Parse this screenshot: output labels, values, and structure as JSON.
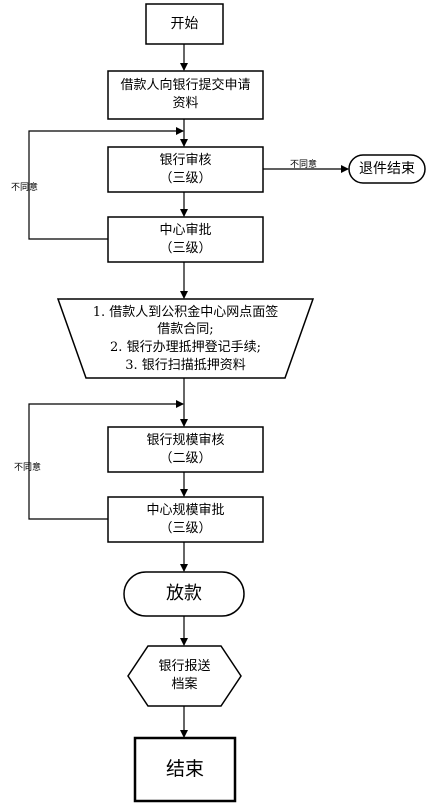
{
  "nodes": {
    "start": "开始",
    "apply": [
      "借款人向银行提交申请",
      "资料"
    ],
    "bank_review": [
      "银行审核",
      "（三级）"
    ],
    "center_approve": [
      "中心审批",
      "（三级）"
    ],
    "procedures": [
      "1. 借款人到公积金中心网点面签",
      "借款合同;",
      "2. 银行办理抵押登记手续;",
      "3. 银行扫描抵押资料"
    ],
    "bank_scale_review": [
      "银行规模审核",
      "（二级）"
    ],
    "center_scale_approve": [
      "中心规模审批",
      "（三级）"
    ],
    "disburse": "放款",
    "archive": [
      "银行报送",
      "档案"
    ],
    "exit_end": "退件结束",
    "end": "结束"
  },
  "edge_labels": {
    "disagree_right": "不同意",
    "disagree_loop_1": "不同意",
    "disagree_loop_2": "不同意"
  }
}
